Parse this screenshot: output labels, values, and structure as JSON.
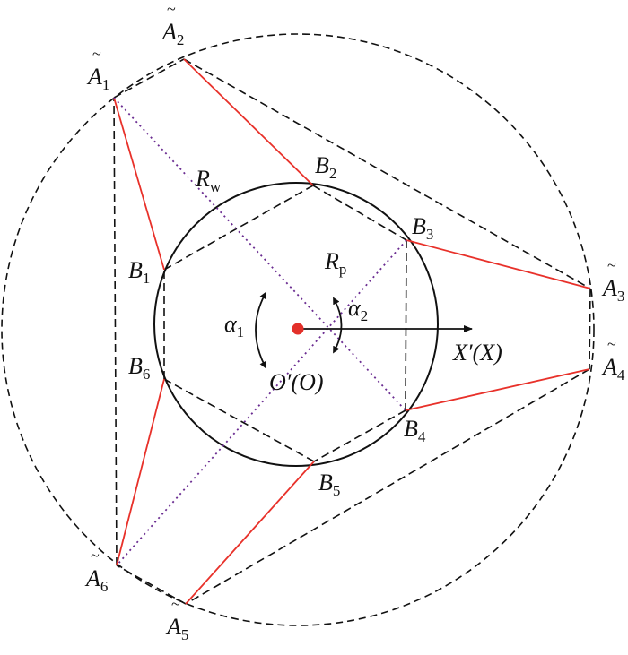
{
  "colors": {
    "red": "#e8312a",
    "black": "#111111",
    "purple": "#6a2c91",
    "center_dot": "#e3302a"
  },
  "labels": {
    "A1": {
      "base": "A",
      "sub": "1",
      "tilde": "~"
    },
    "A2": {
      "base": "A",
      "sub": "2",
      "tilde": "~"
    },
    "A3": {
      "base": "A",
      "sub": "3",
      "tilde": "~"
    },
    "A4": {
      "base": "A",
      "sub": "4",
      "tilde": "~"
    },
    "A5": {
      "base": "A",
      "sub": "5",
      "tilde": "~"
    },
    "A6": {
      "base": "A",
      "sub": "6",
      "tilde": "~"
    },
    "B1": {
      "base": "B",
      "sub": "1"
    },
    "B2": {
      "base": "B",
      "sub": "2"
    },
    "B3": {
      "base": "B",
      "sub": "3"
    },
    "B4": {
      "base": "B",
      "sub": "4"
    },
    "B5": {
      "base": "B",
      "sub": "5"
    },
    "B6": {
      "base": "B",
      "sub": "6"
    },
    "Rw": {
      "base": "R",
      "sub": "w"
    },
    "Rp": {
      "base": "R",
      "sub": "p"
    },
    "alpha1": {
      "base": "α",
      "sub": "1"
    },
    "alpha2": {
      "base": "α",
      "sub": "2"
    },
    "origin": "O′(O)",
    "axis": "X′(X)"
  }
}
